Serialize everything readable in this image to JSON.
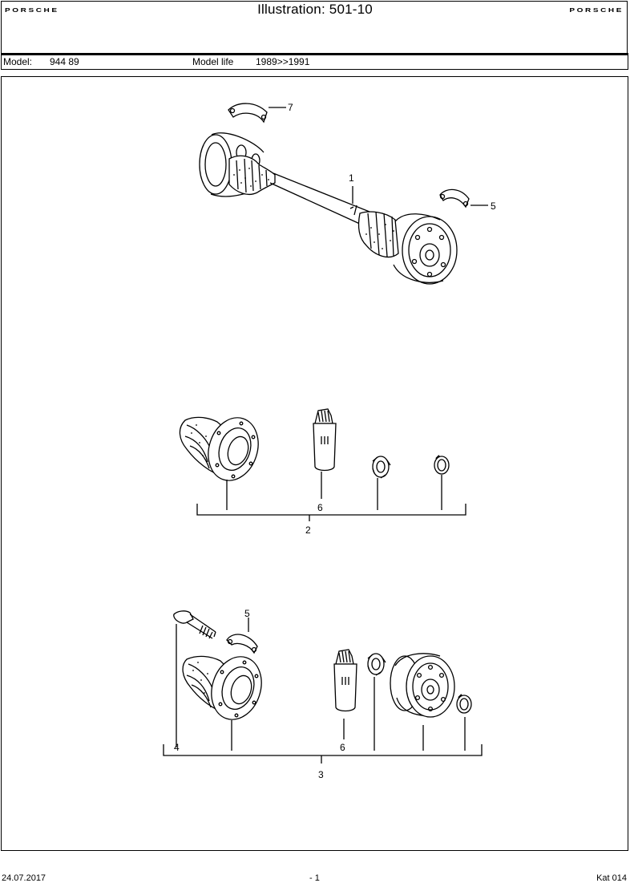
{
  "header": {
    "title": "Illustration: 501-10",
    "brand_left": "PORSCHE",
    "brand_right": "PORSCHE"
  },
  "model_bar": {
    "model_label": "Model:",
    "model_value": "944 89",
    "life_label": "Model life",
    "life_value": "1989>>1991"
  },
  "callouts": {
    "n7": "7",
    "n1": "1",
    "n5a": "5",
    "n6a": "6",
    "n2": "2",
    "n5b": "5",
    "n4": "4",
    "n6b": "6",
    "n3": "3"
  },
  "footer": {
    "date": "24.07.2017",
    "page": "- 1",
    "catalog": "Kat 014"
  }
}
